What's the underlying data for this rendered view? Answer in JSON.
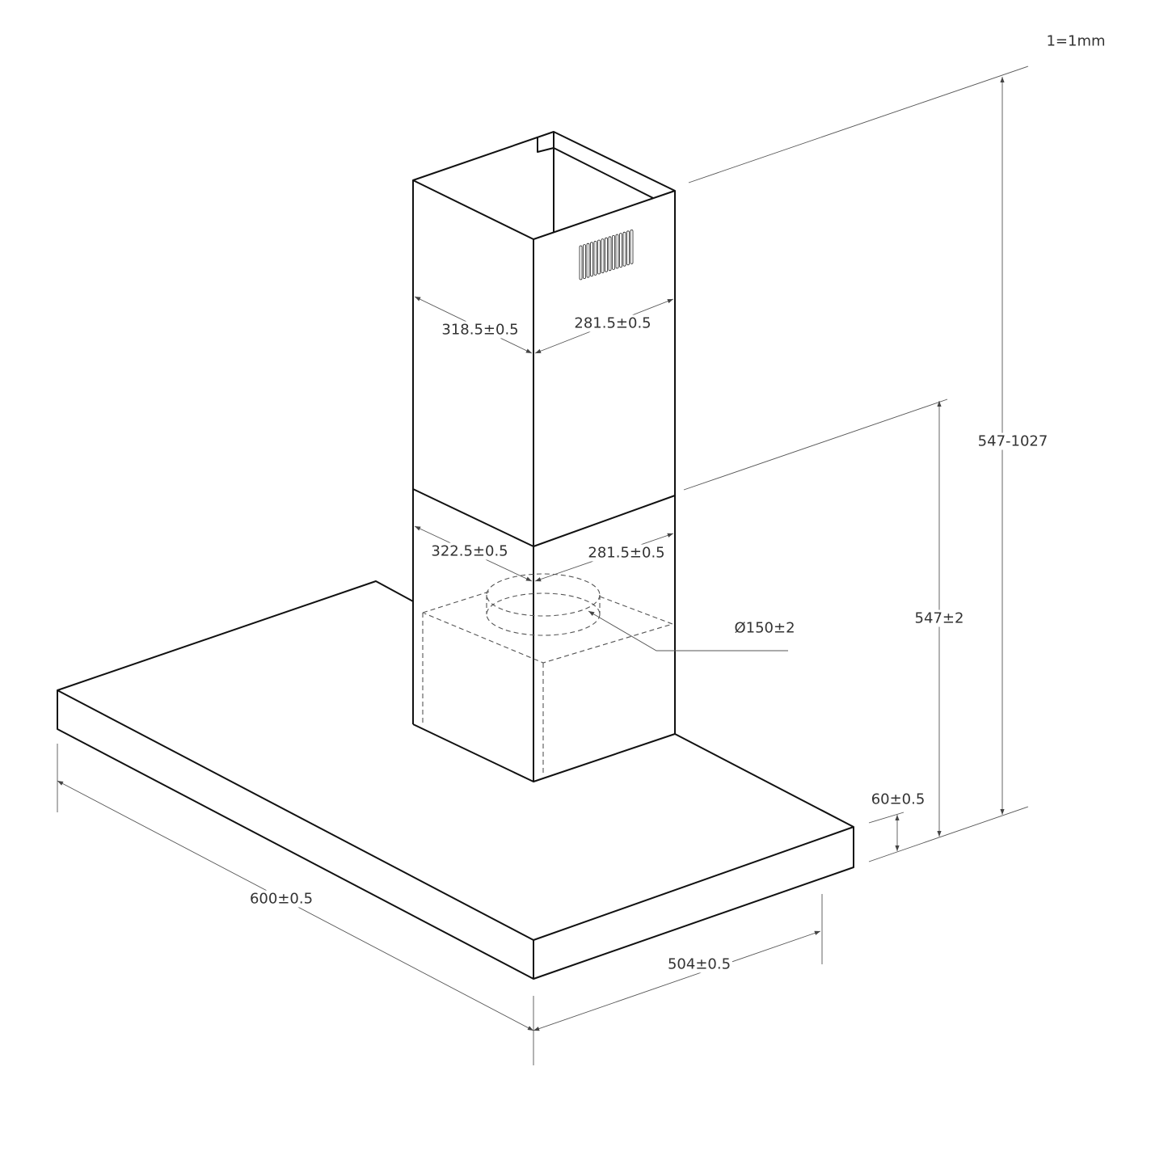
{
  "scale_note": "1=1mm",
  "dimensions": {
    "total_height": "547-1027",
    "hood_height": "547±2",
    "hood_thickness": "60±0.5",
    "width": "600±0.5",
    "depth": "504±0.5",
    "upper_chimney_width": "318.5±0.5",
    "upper_chimney_depth": "281.5±0.5",
    "lower_chimney_width": "322.5±0.5",
    "lower_chimney_depth": "281.5±0.5",
    "outlet_diameter": "Ø150±2"
  }
}
